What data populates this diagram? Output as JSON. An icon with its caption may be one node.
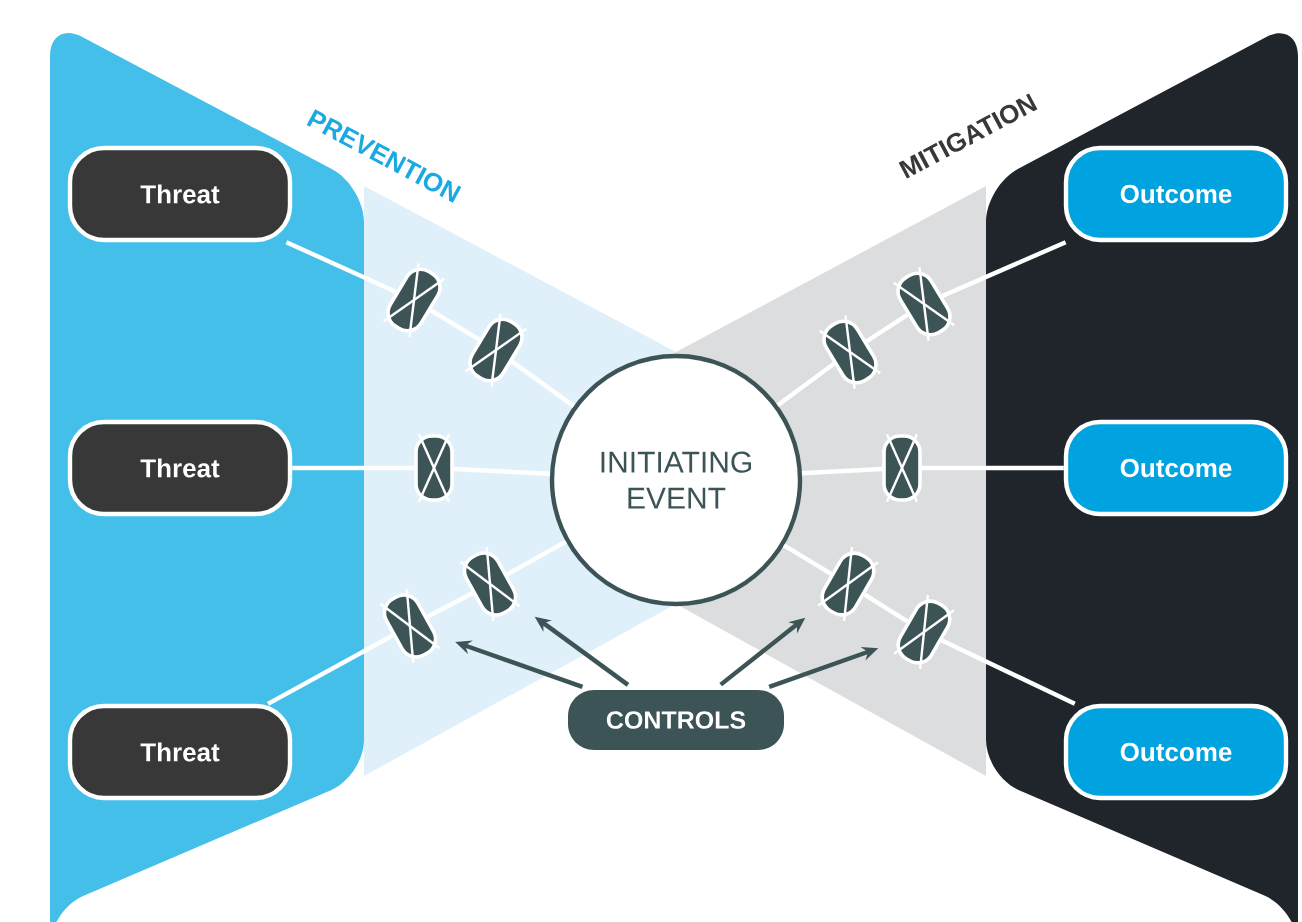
{
  "diagram": {
    "nodes": [
      {
        "text": [
          "Threat"
        ]
      },
      {
        "text": [
          "Threat"
        ]
      },
      {
        "text": [
          "Threat"
        ]
      },
      {
        "text": [
          "INITIATING EVENT"
        ]
      },
      {
        "text": [
          "Outcome"
        ]
      },
      {
        "text": [
          "Outcome"
        ]
      },
      {
        "text": [
          "Outcome"
        ]
      },
      {
        "text": [
          "CONTROLS"
        ]
      },
      {
        "text": [],
        "shape": "pill"
      },
      {
        "text": [],
        "shape": "pill"
      },
      {
        "text": [],
        "shape": "pill"
      },
      {
        "text": [],
        "shape": "pill"
      },
      {
        "text": [],
        "shape": "pill"
      },
      {
        "text": [],
        "shape": "pill"
      },
      {
        "text": [],
        "shape": "pill"
      },
      {
        "text": [],
        "shape": "pill"
      },
      {
        "text": [],
        "shape": "pill"
      },
      {
        "text": [],
        "shape": "pill"
      }
    ],
    "edges": [
      {
        "from": 0,
        "to": 8,
        "arrow": "none"
      },
      {
        "from": 8,
        "to": 9,
        "arrow": "none"
      },
      {
        "from": 9,
        "to": 3,
        "arrow": "none"
      },
      {
        "from": 1,
        "to": 10,
        "arrow": "none"
      },
      {
        "from": 10,
        "to": 3,
        "arrow": "none"
      },
      {
        "from": 2,
        "to": 12,
        "arrow": "none"
      },
      {
        "from": 12,
        "to": 11,
        "arrow": "none"
      },
      {
        "from": 11,
        "to": 3,
        "arrow": "none"
      },
      {
        "from": 3,
        "to": 14,
        "arrow": "none"
      },
      {
        "from": 14,
        "to": 13,
        "arrow": "none"
      },
      {
        "from": 13,
        "to": 4,
        "arrow": "none"
      },
      {
        "from": 3,
        "to": 15,
        "arrow": "none"
      },
      {
        "from": 15,
        "to": 5,
        "arrow": "none"
      },
      {
        "from": 3,
        "to": 16,
        "arrow": "none"
      },
      {
        "from": 16,
        "to": 17,
        "arrow": "none"
      },
      {
        "from": 17,
        "to": 6,
        "arrow": "none"
      },
      {
        "from": 7,
        "to": 12,
        "arrow": "to",
        "color": "#3d5457"
      },
      {
        "from": 7,
        "to": 11,
        "arrow": "to",
        "color": "#3d5457"
      },
      {
        "from": 7,
        "to": 16,
        "arrow": "to",
        "color": "#3d5457"
      },
      {
        "from": 7,
        "to": 17,
        "arrow": "to",
        "color": "#3d5457"
      }
    ],
    "labels": [
      "PREVENTION",
      "MITIGATION"
    ]
  }
}
